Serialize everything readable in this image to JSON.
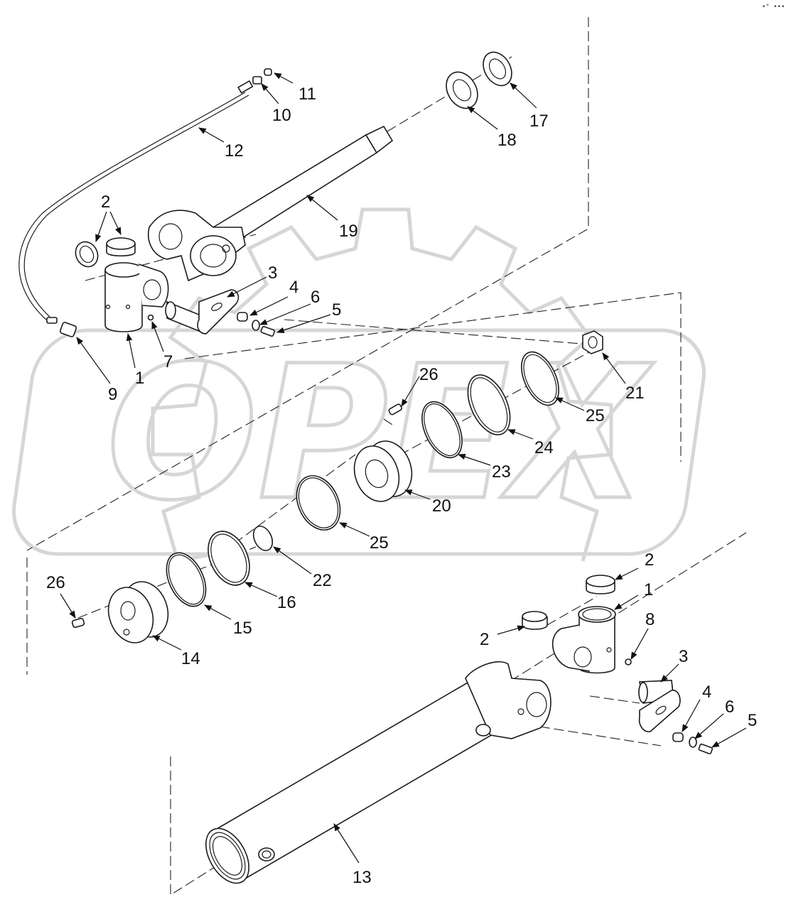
{
  "watermark": {
    "text": "OPEX"
  },
  "corner_mark": "•° •••",
  "callouts": [
    {
      "id": "c11a",
      "label": "11"
    },
    {
      "id": "c10a",
      "label": "10"
    },
    {
      "id": "c12",
      "label": "12"
    },
    {
      "id": "c18",
      "label": "18"
    },
    {
      "id": "c17",
      "label": "17"
    },
    {
      "id": "c19",
      "label": "19"
    },
    {
      "id": "c2a",
      "label": "2"
    },
    {
      "id": "c3a",
      "label": "3"
    },
    {
      "id": "c4a",
      "label": "4"
    },
    {
      "id": "c6a",
      "label": "6"
    },
    {
      "id": "c5a",
      "label": "5"
    },
    {
      "id": "c7",
      "label": "7"
    },
    {
      "id": "c1a",
      "label": "1"
    },
    {
      "id": "c9",
      "label": "9"
    },
    {
      "id": "c26a",
      "label": "26"
    },
    {
      "id": "c21",
      "label": "21"
    },
    {
      "id": "c25a",
      "label": "25"
    },
    {
      "id": "c24",
      "label": "24"
    },
    {
      "id": "c23",
      "label": "23"
    },
    {
      "id": "c20",
      "label": "20"
    },
    {
      "id": "c25b",
      "label": "25"
    },
    {
      "id": "c22",
      "label": "22"
    },
    {
      "id": "c16",
      "label": "16"
    },
    {
      "id": "c15",
      "label": "15"
    },
    {
      "id": "c14",
      "label": "14"
    },
    {
      "id": "c26b",
      "label": "26"
    },
    {
      "id": "c2b",
      "label": "2"
    },
    {
      "id": "c1b",
      "label": "1"
    },
    {
      "id": "c8",
      "label": "8"
    },
    {
      "id": "c2c",
      "label": "2"
    },
    {
      "id": "c3b",
      "label": "3"
    },
    {
      "id": "c4b",
      "label": "4"
    },
    {
      "id": "c6b",
      "label": "6"
    },
    {
      "id": "c5b",
      "label": "5"
    },
    {
      "id": "c13",
      "label": "13"
    }
  ]
}
